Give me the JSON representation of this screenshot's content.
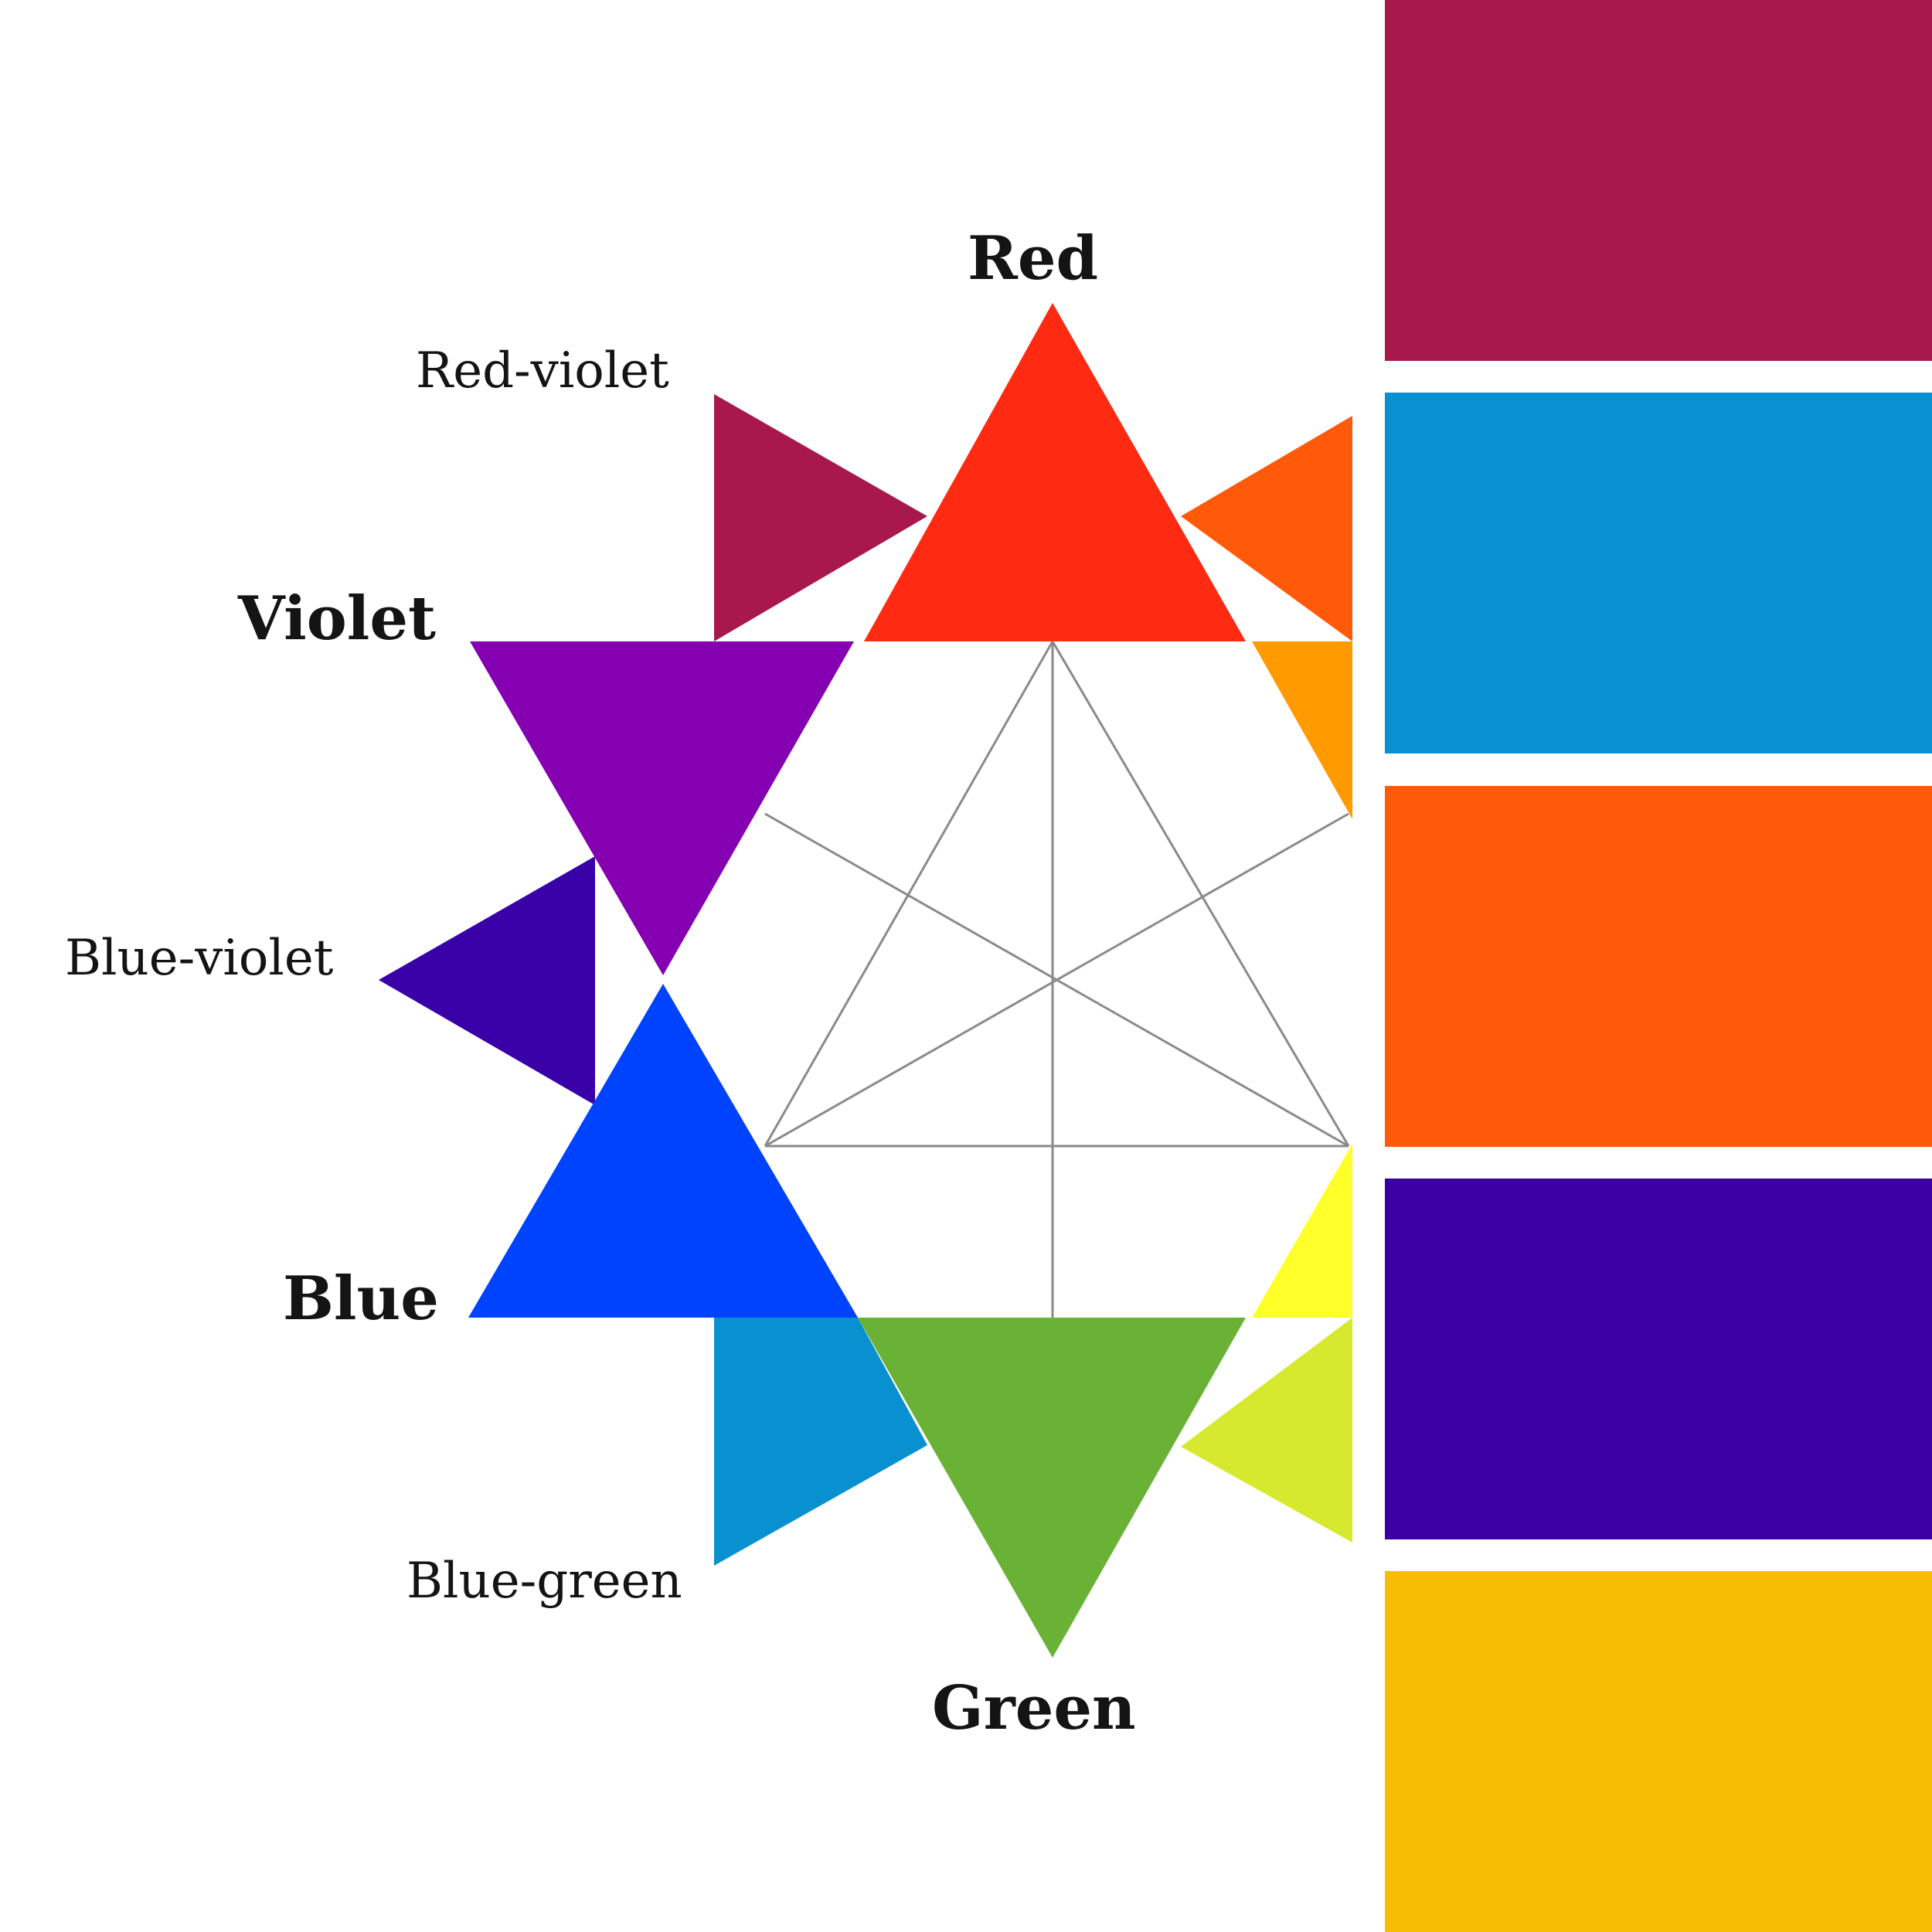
{
  "wheel": {
    "labels": {
      "red": "Red",
      "red_violet": "Red-violet",
      "violet": "Violet",
      "blue_violet": "Blue-violet",
      "blue": "Blue",
      "blue_green": "Blue-green",
      "green": "Green"
    },
    "colors": {
      "red": "#FF2A12",
      "red_orange": "#FF5A0A",
      "orange": "#FF9A00",
      "yellow": "#FFFF2A",
      "yellow_green": "#D6E92E",
      "green": "#69B236",
      "blue_green": "#0890D0",
      "blue": "#0043FF",
      "blue_violet": "#3900A8",
      "violet": "#8500B0",
      "red_violet": "#A8184A",
      "grid_line": "#8A8A8A"
    }
  },
  "palette": {
    "swatches": [
      {
        "name": "red-violet",
        "color": "#A8184A"
      },
      {
        "name": "blue-green",
        "color": "#0890D0"
      },
      {
        "name": "red-orange",
        "color": "#FF5A0A"
      },
      {
        "name": "blue-violet",
        "color": "#3A00A4"
      },
      {
        "name": "yellow-orange",
        "color": "#F7BC04"
      }
    ]
  }
}
